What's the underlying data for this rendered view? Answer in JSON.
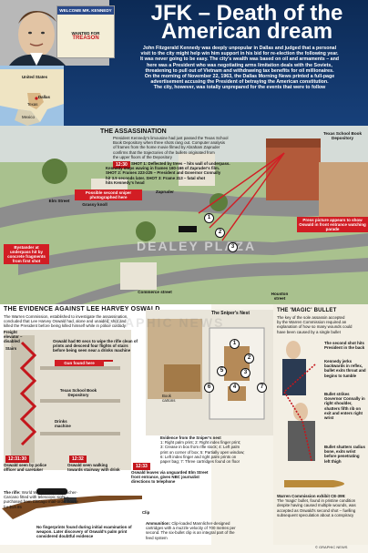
{
  "header": {
    "title_line1": "JFK – Death of the",
    "title_line2": "American dream",
    "poster_welcome": "WELCOME MR. KENNEDY",
    "poster_wanted": "WANTED FOR",
    "poster_treason": "TREASON",
    "intro_1": "John Fitzgerald Kennedy was deeply unpopular in Dallas and judged that a personal",
    "intro_2": "visit to the city might help win him support in his bid for re-election the following year.",
    "intro_3": "It was never going to be easy. The city's wealth was based on oil and armaments – and",
    "intro_4": "here was a President who was negotiating arms limitation deals with the Soviets,",
    "intro_5": "threatening to pull out of Vietnam and withdrawing tax benefits for oil millionaires.",
    "intro_6": "On the morning of November 22, 1963, the Dallas Morning News printed a full-page",
    "intro_7": "advertisement accusing the President of betraying the American constitution.",
    "intro_8": "The city, however, was totally unprepared for the events that were to follow"
  },
  "map": {
    "country": "United States",
    "city": "Dallas",
    "state": "Texas",
    "neighbor": "Mexico"
  },
  "assassination": {
    "heading": "THE ASSASSINATION",
    "text_1": "President Kennedy's limousine had just passed the Texas School",
    "text_2": "Book Depository when three shots rang out. Computer analysis",
    "text_3": "of frames from the home movie filmed by Abraham Zapruder",
    "text_4": "confirms that the trajectories of the bullets originated from",
    "text_5": "the upper floors of the Depository",
    "time1": "12:30",
    "shot1": "SHOT 1: Deflected by trees – hits wall of underpass.",
    "shot1b": "Kennedy stops waving in frames 160-166 of Zapruder's film.",
    "shot2": "SHOT 2: Frames 223-225 – President and Governor Connally",
    "shot2b": "hit 3.5 seconds later. SHOT 3: Frame 313 – fatal shot",
    "shot2c": "hits Kennedy's head",
    "second_sniper": "Possible second sniper photographed here",
    "zapruder": "Zapruder",
    "elm_street": "Elm Street",
    "grassy_knoll": "Grassy knoll",
    "depository": "Texas School Book Depository",
    "press_picture": "Press picture appears to show Oswald in front entrance watching parade",
    "bystander": "Bystander at underpass hit by concrete fragments from first shot",
    "commerce": "Commerce street",
    "houston": "Houston street",
    "dealey": "DEALEY PLAZA"
  },
  "evidence": {
    "heading": "THE EVIDENCE AGAINST LEE HARVEY OSWALD",
    "text_1": "The Warren Commission, established to investigate the assassination,",
    "text_2": "concluded that Lee Harvey Oswald had, alone and unaided, shot and",
    "text_3": "killed the President before being killed himself while in police custody",
    "freight": "Freight elevator – disabled",
    "stairs": "Stairs",
    "oswald_note": "Oswald had 90 secs to wipe the rifle clean of prints and descend four flights of stairs before being seen near a drinks machine",
    "gun_found": "Gun found here",
    "tsbd": "Texas School Book Depository",
    "drinks": "Drinks machine",
    "time2": "12:31:30",
    "time2_note": "Oswald seen by police officer and caretaker",
    "time3": "12:32",
    "time3_note": "Oswald seen walking towards stairway with drink",
    "time4": "12:33",
    "time4_note": "Oswald leaves via unguarded Elm Street front entrance, gives NBC journalist directions to telephone",
    "rifle_title": "The rifle:",
    "rifle_text": "World War II Italian Mannlicher-Carcano fitted with telescopic sight – purchased from Chicago mail-order house for $19.95",
    "prints_note": "No fingerprints found during initial examination of weapon. Later discovery of Oswald's palm print considered doubtful evidence",
    "clip": "Clip",
    "ammo_title": "Ammunition:",
    "ammo_text": "Clip-loaded Mannlicher-designed cartridges with a muzzle velocity of 700 metres per second. The six-bullet clip is an integral part of the feed system"
  },
  "nest": {
    "heading": "The Sniper's Nest",
    "book_cartons": "Book cartons",
    "evidence_title": "Evidence from the Sniper's nest",
    "item1": "1: Right palm print; 2: Right index finger print;",
    "item2": "3: Crease in box from rifle stock; 4: Left palm",
    "item3": "print on corner of box; 5: Partially open window;",
    "item4": "6: Left index finger and right palm prints on",
    "item5": "paper bag; 7: Three cartridges found on floor",
    "nums": [
      "1",
      "2",
      "3",
      "4",
      "5",
      "6",
      "7"
    ]
  },
  "magic": {
    "heading": "THE 'MAGIC' BULLET",
    "text_1": "The key of the sole assassin accepted",
    "text_2": "by the Warren Commission required an",
    "text_3": "explanation of how so many wounds could",
    "text_4": "have been caused by a single bullet",
    "s1": "The second shot hits President in the back",
    "s2": "Kennedy jerks backwards in reflex, bullet exits throat and begins to tumble",
    "s3": "Bullet strikes Governor Connally in right shoulder, shatters fifth rib on exit and enters right wrist",
    "s4": "Bullet shatters radius bone, exits wrist before penetrating left thigh",
    "exhibit_title": "Warren Commission exhibit CE-399:",
    "exhibit_text": "The 'magic' bullet, found in pristine condition despite having caused multiple wounds, was accepted as Oswald's second shot – fuelling subsequent speculation about a conspiracy"
  },
  "footer": {
    "credit": "© GRAPHIC NEWS",
    "watermark": "GRAPHIC NEWS",
    "zoom_labels": [
      "1",
      "2",
      "3"
    ]
  }
}
